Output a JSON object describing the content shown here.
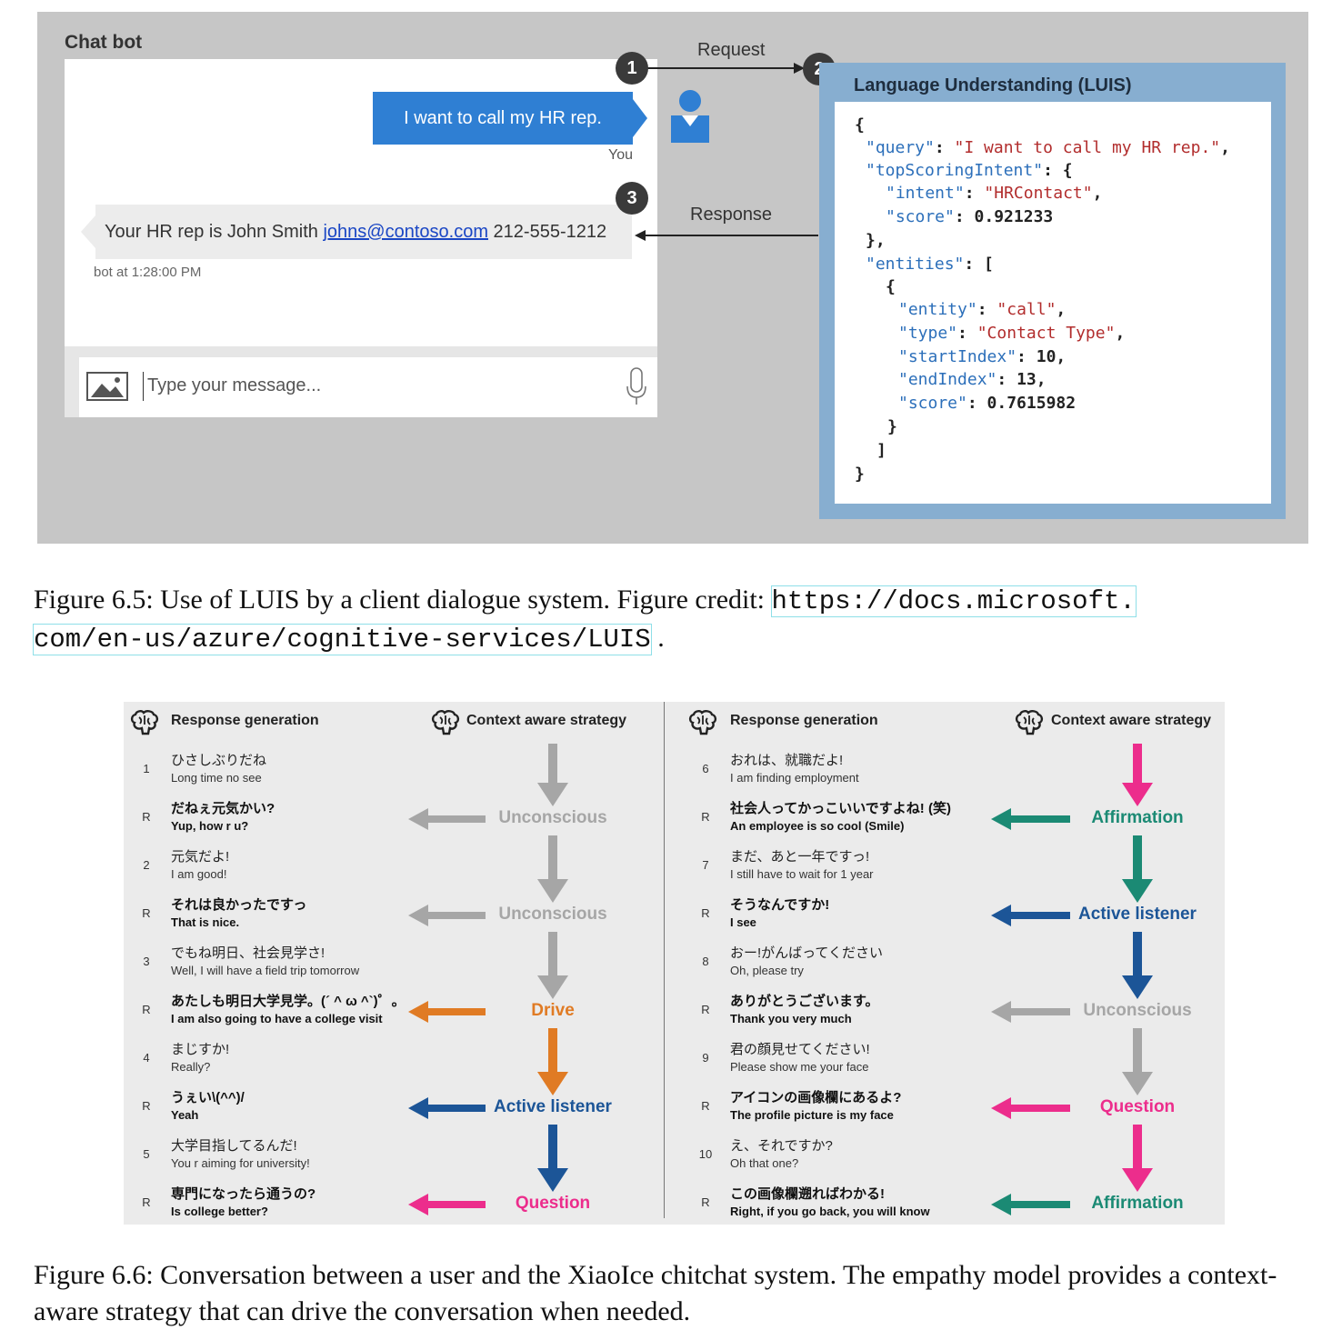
{
  "fig5": {
    "chatbot_title": "Chat bot",
    "user_message": "I want to call my HR rep.",
    "user_label": "You",
    "bot_message_prefix": "Your HR rep is John Smith ",
    "bot_email": "johns@contoso.com",
    "bot_phone": " 212-555-1212",
    "bot_time": "bot at 1:28:00 PM",
    "input_placeholder": "Type your message...",
    "request_label": "Request",
    "response_label": "Response",
    "steps": [
      "1",
      "2",
      "3"
    ],
    "luis_title": "Language Understanding (LUIS)",
    "json": {
      "query_key": "\"query\"",
      "query_val": "\"I want to call my HR rep.\"",
      "top_key": "\"topScoringIntent\"",
      "intent_key": "\"intent\"",
      "intent_val": "\"HRContact\"",
      "score_key": "\"score\"",
      "score_val": "0.921233",
      "entities_key": "\"entities\"",
      "entity_key": "\"entity\"",
      "entity_val": "\"call\"",
      "type_key": "\"type\"",
      "type_val": "\"Contact Type\"",
      "start_key": "\"startIndex\"",
      "start_val": "10",
      "end_key": "\"endIndex\"",
      "end_val": "13",
      "escore_key": "\"score\"",
      "escore_val": "0.7615982"
    },
    "caption_text": "Figure 6.5: Use of LUIS by a client dialogue system. Figure credit: ",
    "caption_url_1": "https://docs.microsoft.",
    "caption_url_2": "com/en-us/azure/cognitive-services/LUIS",
    "caption_end": " ."
  },
  "fig6": {
    "header_response": "Response generation",
    "header_strategy": "Context aware strategy",
    "left_rows": [
      {
        "num": "1",
        "jp": "ひさしぶりだね",
        "en": "Long time no see",
        "bold": false
      },
      {
        "num": "R",
        "jp": "だねぇ元気かい?",
        "en": "Yup, how r u?",
        "bold": true
      },
      {
        "num": "2",
        "jp": "元気だよ!",
        "en": "I am good!",
        "bold": false
      },
      {
        "num": "R",
        "jp": "それは良かったですっ",
        "en": "That is nice.",
        "bold": true
      },
      {
        "num": "3",
        "jp": "でもね明日、社会見学さ!",
        "en": "Well, I will have a field trip tomorrow",
        "bold": false
      },
      {
        "num": "R",
        "jp": "あたしも明日大学見学。(´ ^ ω ^`)゜。",
        "en": "I am also going to have a college visit",
        "bold": true
      },
      {
        "num": "4",
        "jp": "まじすか!",
        "en": "Really?",
        "bold": false
      },
      {
        "num": "R",
        "jp": "うぇい\\(^^)/",
        "en": "Yeah",
        "bold": true
      },
      {
        "num": "5",
        "jp": "大学目指してるんだ!",
        "en": "You r aiming for university!",
        "bold": false
      },
      {
        "num": "R",
        "jp": "専門になったら通うの?",
        "en": "Is college better?",
        "bold": true
      }
    ],
    "right_rows": [
      {
        "num": "6",
        "jp": "おれは、就職だよ!",
        "en": "I am finding employment",
        "bold": false
      },
      {
        "num": "R",
        "jp": "社会人ってかっこいいですよね! (笑)",
        "en": "An employee is so cool (Smile)",
        "bold": true
      },
      {
        "num": "7",
        "jp": "まだ、あと一年ですっ!",
        "en": "I still have to wait for 1 year",
        "bold": false
      },
      {
        "num": "R",
        "jp": "そうなんですか!",
        "en": "I see",
        "bold": true
      },
      {
        "num": "8",
        "jp": "おー!がんばってください",
        "en": "Oh, please try",
        "bold": false
      },
      {
        "num": "R",
        "jp": "ありがとうございます。",
        "en": "Thank you very much",
        "bold": true
      },
      {
        "num": "9",
        "jp": "君の顔見せてください!",
        "en": "Please show me your face",
        "bold": false
      },
      {
        "num": "R",
        "jp": "アイコンの画像欄にあるよ?",
        "en": "The profile picture is my face",
        "bold": true
      },
      {
        "num": "10",
        "jp": "え、それですか?",
        "en": "Oh that one?",
        "bold": false
      },
      {
        "num": "R",
        "jp": "この画像欄遡ればわかる!",
        "en": "Right, if you go back, you will know",
        "bold": true
      }
    ],
    "left_strategies": [
      {
        "label": "Unconscious",
        "color": "#a6a6a6"
      },
      {
        "label": "Unconscious",
        "color": "#a6a6a6"
      },
      {
        "label": "Drive",
        "color": "#e07b24"
      },
      {
        "label": "Active listener",
        "color": "#1c5597"
      },
      {
        "label": "Question",
        "color": "#ec2d8c"
      }
    ],
    "right_strategies": [
      {
        "label": "Affirmation",
        "color": "#1b8a74"
      },
      {
        "label": "Active listener",
        "color": "#1c5597"
      },
      {
        "label": "Unconscious",
        "color": "#a6a6a6"
      },
      {
        "label": "Question",
        "color": "#ec2d8c"
      },
      {
        "label": "Affirmation",
        "color": "#1b8a74"
      }
    ],
    "left_initial_arrow_color": "#a6a6a6",
    "right_initial_arrow_color": "#ec2d8c",
    "caption": "Figure 6.6: Conversation between a user and the XiaoIce chitchat system. The empathy model provides a context-aware strategy that can drive the conversation when needed."
  }
}
